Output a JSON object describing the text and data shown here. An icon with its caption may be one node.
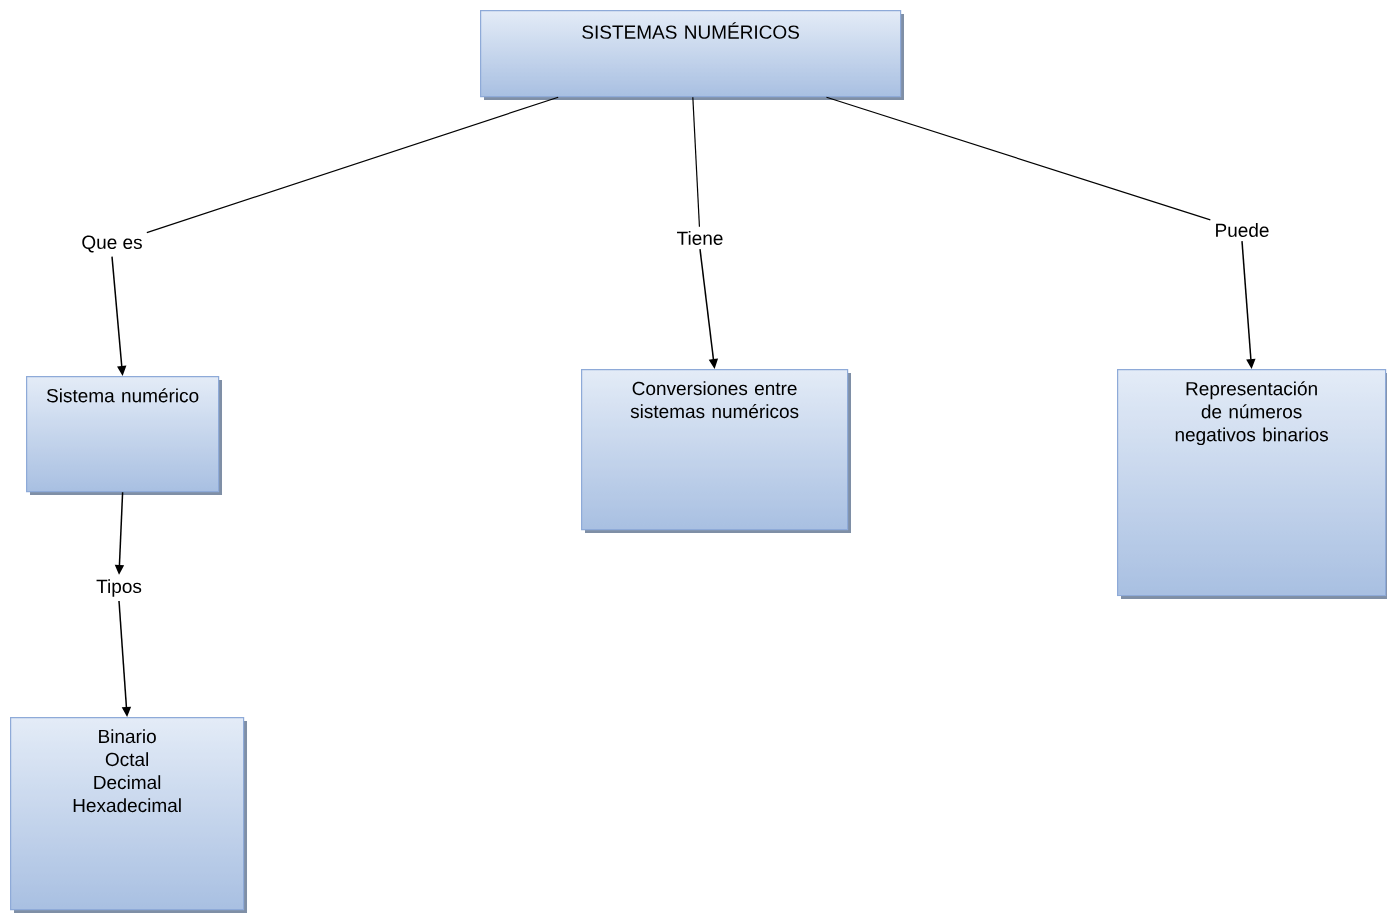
{
  "diagram": {
    "nodes": [
      {
        "text": [
          "SISTEMAS NUMÉRICOS"
        ]
      },
      {
        "text": [
          "Que es"
        ]
      },
      {
        "text": [
          "Tiene"
        ]
      },
      {
        "text": [
          "Puede"
        ]
      },
      {
        "text": [
          "Sistema numérico"
        ]
      },
      {
        "text": [
          "Tipos"
        ]
      },
      {
        "text": [
          "Binario",
          "Octal",
          "Decimal",
          "Hexadecimal"
        ]
      },
      {
        "text": [
          "Conversiones entre sistemas numéricos"
        ]
      },
      {
        "text": [
          "Representación de números negativos binarios"
        ]
      }
    ],
    "edges": [
      {
        "from": 0,
        "to": 1,
        "arrow": "none"
      },
      {
        "from": 0,
        "to": 2,
        "arrow": "none"
      },
      {
        "from": 0,
        "to": 3,
        "arrow": "none"
      },
      {
        "from": 1,
        "to": 4,
        "arrow": "to"
      },
      {
        "from": 4,
        "to": 5,
        "arrow": "to"
      },
      {
        "from": 5,
        "to": 6,
        "arrow": "to"
      },
      {
        "from": 2,
        "to": 7,
        "arrow": "to"
      },
      {
        "from": 3,
        "to": 8,
        "arrow": "to"
      }
    ]
  }
}
